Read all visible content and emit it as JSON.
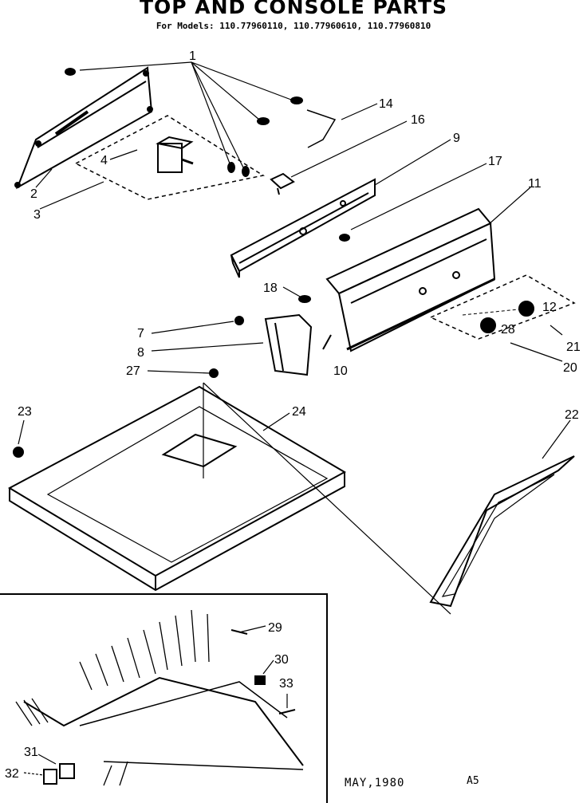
{
  "title": "TOP AND CONSOLE PARTS",
  "subtitle": "For Models: 110.77960110, 110.77960610, 110.77960810",
  "footer": {
    "date": "MAY,1980",
    "code": "A5"
  },
  "callouts": [
    "1",
    "14",
    "16",
    "9",
    "17",
    "11",
    "2",
    "3",
    "4",
    "18",
    "12",
    "7",
    "8",
    "28",
    "21",
    "20",
    "27",
    "10",
    "23",
    "24",
    "22",
    "29",
    "30",
    "33",
    "31",
    "32"
  ]
}
